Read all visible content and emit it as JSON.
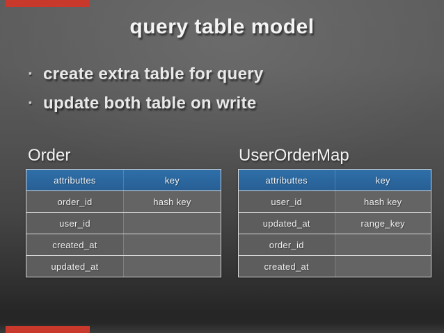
{
  "slide": {
    "title": "query table model",
    "bullet_glyph": "·",
    "bullets": [
      "create extra table for query",
      "update both table on write"
    ]
  },
  "tables": [
    {
      "label": "Order",
      "headers": [
        "attributtes",
        "key"
      ],
      "rows": [
        [
          "order_id",
          "hash key"
        ],
        [
          "user_id",
          ""
        ],
        [
          "created_at",
          ""
        ],
        [
          "updated_at",
          ""
        ]
      ]
    },
    {
      "label": "UserOrderMap",
      "headers": [
        "attributtes",
        "key"
      ],
      "rows": [
        [
          "user_id",
          "hash key"
        ],
        [
          "updated_at",
          "range_key"
        ],
        [
          "order_id",
          ""
        ],
        [
          "created_at",
          ""
        ]
      ]
    }
  ],
  "colors": {
    "accent_red": "#c8392b",
    "table_header_blue": "#2b69a3",
    "table_cell_gray": "#5d5d5d",
    "table_cell_gray_light": "#646464",
    "table_border": "#d8d8d8",
    "background_top": "#5d5d5d",
    "background_bottom": "#272727",
    "text_light": "#f0f0f0"
  }
}
